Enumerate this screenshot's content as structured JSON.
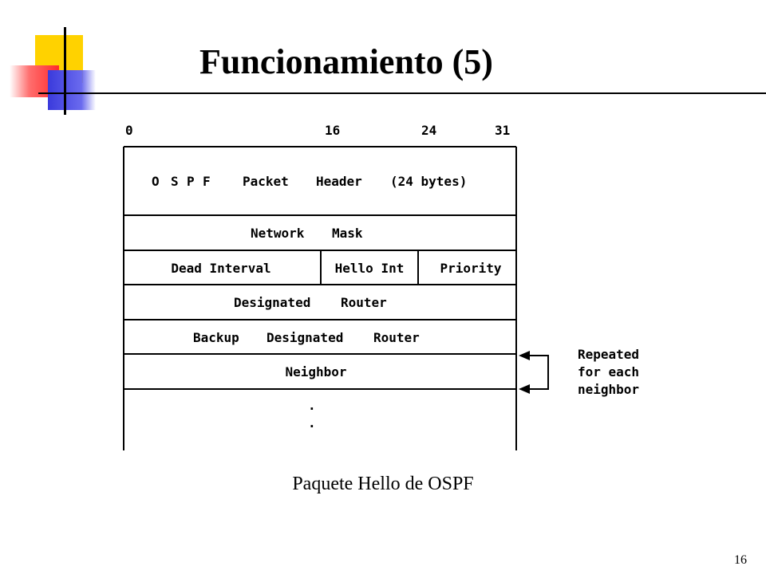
{
  "title": "Funcionamiento (5)",
  "caption": "Paquete Hello de OSPF",
  "page_number": "16",
  "diagram": {
    "bit_offsets": [
      "0",
      "16",
      "24",
      "31"
    ],
    "header_row": {
      "words": [
        "O",
        "S",
        "P",
        "F",
        "Packet",
        "Header",
        "(24 bytes)"
      ]
    },
    "network_mask": {
      "words": [
        "Network",
        "Mask"
      ]
    },
    "dead_interval": "Dead Interval",
    "hello_int": "Hello Int",
    "priority": "Priority",
    "designated_router": {
      "words": [
        "Designated",
        "Router"
      ]
    },
    "backup_designated_router": {
      "words": [
        "Backup",
        "Designated",
        "Router"
      ]
    },
    "neighbor": "Neighbor",
    "ellipsis_dots": [
      ".",
      "."
    ],
    "repeat_note": [
      "Repeated",
      "for each",
      "neighbor"
    ]
  }
}
